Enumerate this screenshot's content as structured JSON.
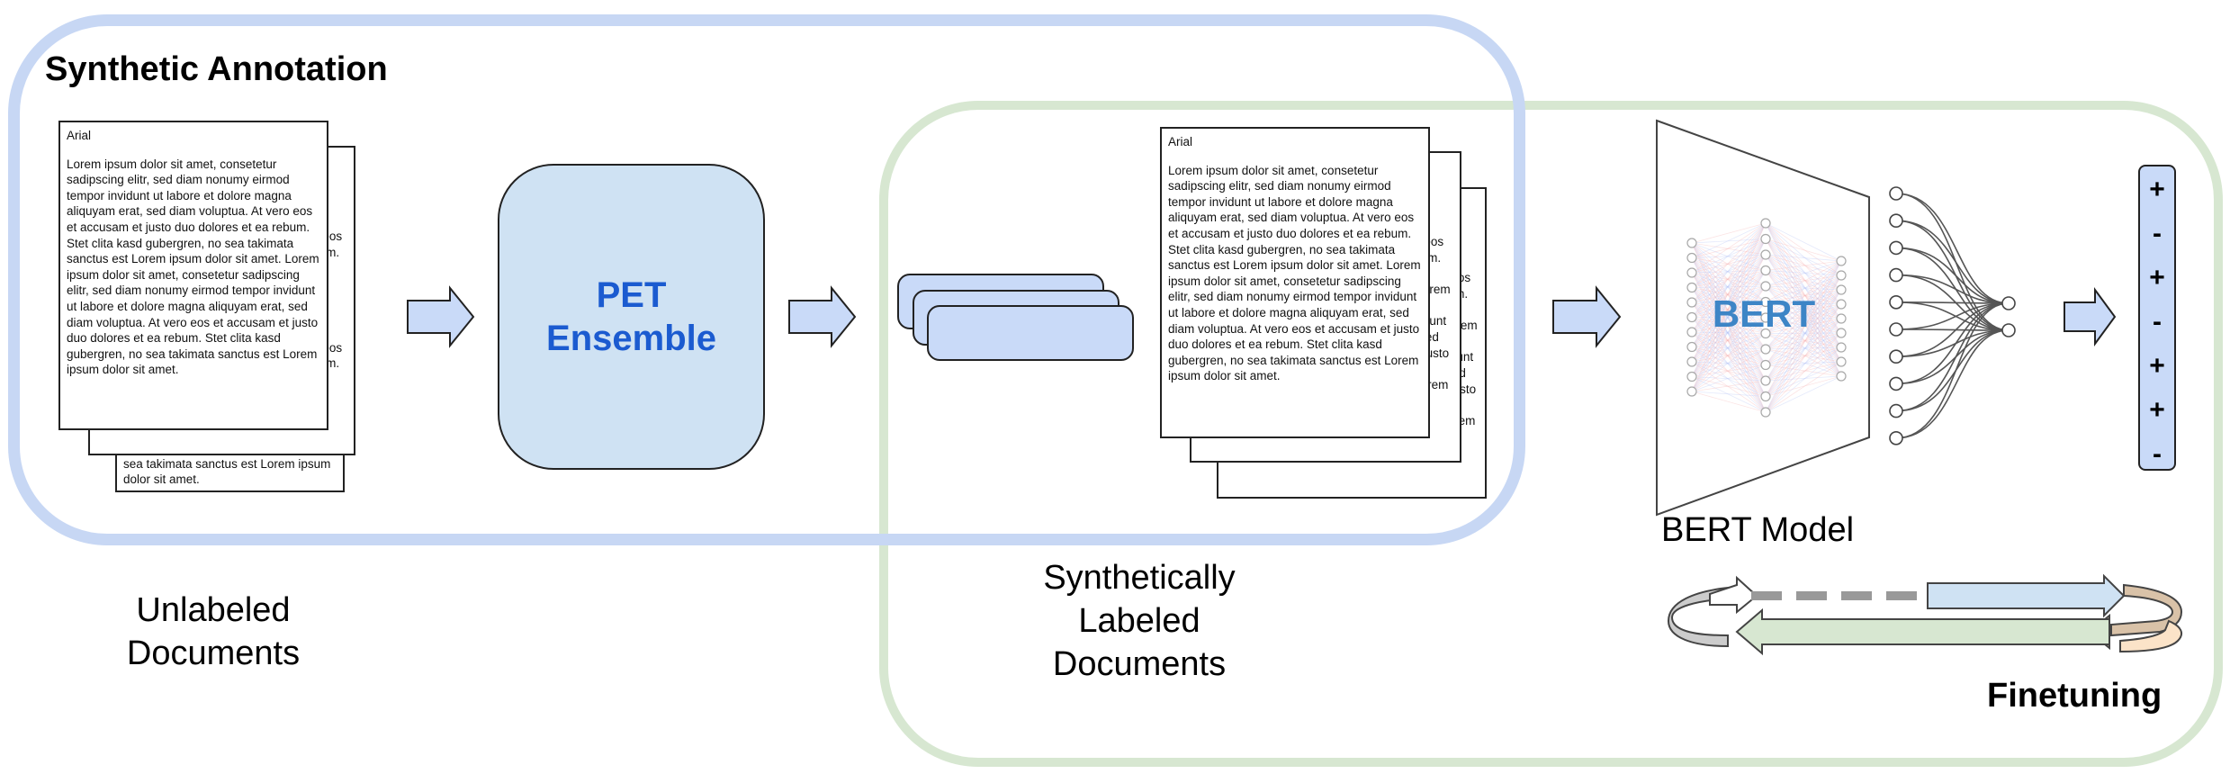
{
  "regions": {
    "synthetic_annotation_title": "Synthetic Annotation",
    "finetuning_title": "Finetuning"
  },
  "documents": {
    "font_label": "Arial",
    "body_text": "Lorem ipsum dolor sit amet, consetetur sadipscing elitr, sed diam nonumy eirmod tempor invidunt ut labore et dolore magna aliquyam erat, sed diam voluptua. At vero eos et accusam et justo duo dolores et ea rebum. Stet clita kasd gubergren, no sea takimata sanctus est Lorem ipsum dolor sit amet. Lorem ipsum dolor sit amet, consetetur sadipscing elitr, sed diam nonumy eirmod tempor invidunt ut labore et dolore magna aliquyam erat, sed diam voluptua. At vero eos et accusam et justo duo dolores et ea rebum. Stet clita kasd gubergren, no sea takimata sanctus est Lorem ipsum dolor sit amet."
  },
  "captions": {
    "unlabeled": "Unlabeled Documents",
    "labeled": "Synthetically Labeled Documents",
    "bert_model": "BERT Model"
  },
  "pet_ensemble": {
    "label": "PET Ensemble"
  },
  "bert": {
    "label": "BERT"
  },
  "output_labels": [
    "+",
    "-",
    "+",
    "-",
    "+",
    "+",
    "-"
  ],
  "colors": {
    "synthetic_region": "#c7d7f4",
    "finetuning_region": "#d7e7d1",
    "pet_fill": "#cfe2f3",
    "pet_text": "#1b5bd0",
    "bert_text": "#3d85c6",
    "arrow_fill": "#c9daf8"
  }
}
